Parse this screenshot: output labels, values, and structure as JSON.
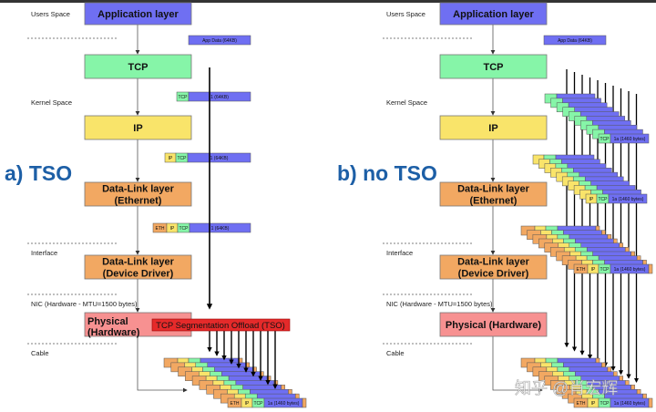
{
  "colors": {
    "app": "#6f6ff2",
    "tcp": "#86f5a8",
    "ip": "#f9e46a",
    "eth": "#f2a862",
    "phys": "#f79191",
    "tso": "#e52a2a",
    "payload": "#6f6ff2"
  },
  "labels": {
    "users_space": "Users Space",
    "kernel_space": "Kernel Space",
    "interface": "Interface",
    "nic": "NIC (Hardware - MTU=1500 bytes)",
    "cable": "Cable"
  },
  "layers": {
    "app": "Application layer",
    "tcp": "TCP",
    "ip": "IP",
    "dl_eth_1": "Data-Link layer",
    "dl_eth_2": "(Ethernet)",
    "dl_dd_1": "Data-Link layer",
    "dl_dd_2": "(Device Driver)",
    "phys_1": "Physical",
    "phys_2": "(Hardware)",
    "phys_full": "Physical (Hardware)"
  },
  "panel_a": {
    "title": "a) TSO",
    "app_data": "App Data (64KB)",
    "seg": "1 (64KB)",
    "tso": "TCP Segmentation Offload (TSO)"
  },
  "panel_b": {
    "title": "b) no TSO",
    "app_data": "App Data (64KB)"
  },
  "cells": {
    "eth": "ETH",
    "ip": "IP",
    "tcp": "TCP",
    "small": "1a (1460 bytes)"
  },
  "watermark": "知乎 @肖宏辉"
}
